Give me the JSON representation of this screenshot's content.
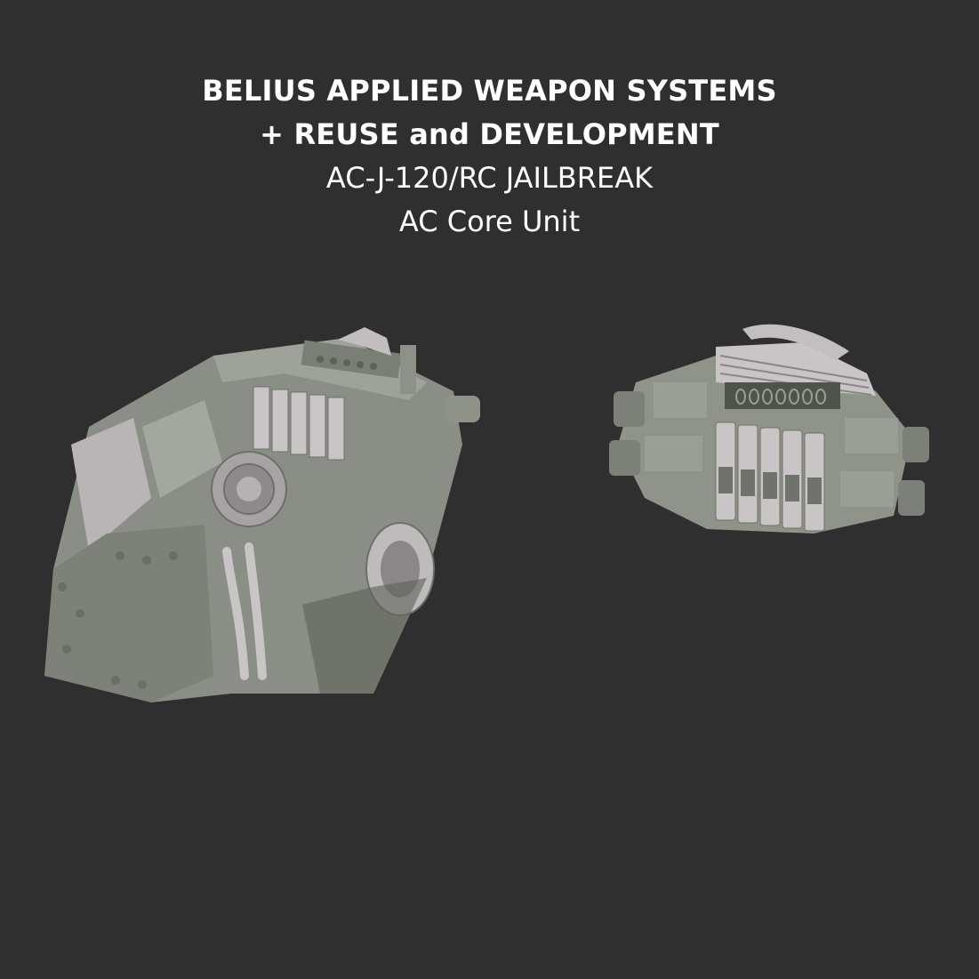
{
  "caption": {
    "line1": "BELIUS APPLIED WEAPON SYSTEMS",
    "line2": "+ REUSE and DEVELOPMENT",
    "line3": "AC-J-120/RC JAILBREAK",
    "line4": "AC Core Unit"
  },
  "colors": {
    "background": "#2f2f2f",
    "text": "#ffffff",
    "model_primary": "#8f938a",
    "model_light": "#c9c4c6",
    "model_dark": "#5d6159"
  },
  "renders": [
    {
      "id": "core-unit-angle-view",
      "label": "AC Core Unit render (angled rear/top view)"
    },
    {
      "id": "core-unit-front-view",
      "label": "AC Core Unit render (front view)"
    }
  ]
}
